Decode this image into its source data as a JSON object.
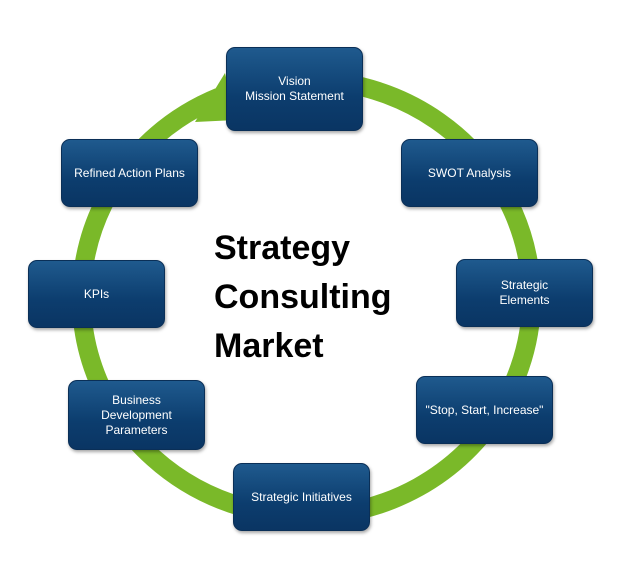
{
  "diagram": {
    "colors": {
      "ring": "#7ab929",
      "box": "#0e416f",
      "box_text": "#ffffff",
      "title": "#000000"
    },
    "title_lines": [
      "Strategy",
      "Consulting",
      "Market"
    ],
    "steps": [
      {
        "lines": [
          "Vision",
          "Mission Statement"
        ]
      },
      {
        "lines": [
          "SWOT Analysis"
        ]
      },
      {
        "lines": [
          "Strategic",
          "Elements"
        ]
      },
      {
        "lines": [
          "\"Stop, Start, Increase\""
        ]
      },
      {
        "lines": [
          "Strategic Initiatives"
        ]
      },
      {
        "lines": [
          "Business",
          "Development",
          "Parameters"
        ]
      },
      {
        "lines": [
          "KPIs"
        ]
      },
      {
        "lines": [
          "Refined Action Plans"
        ]
      }
    ]
  }
}
